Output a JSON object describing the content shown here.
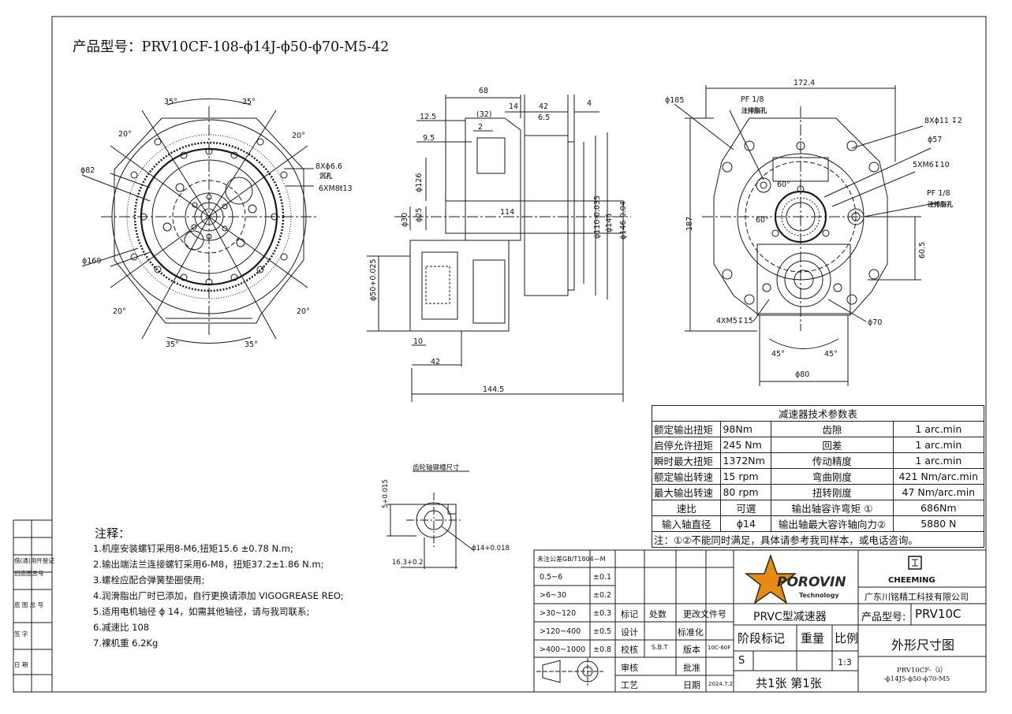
{
  "product_model": "产品型号：PRV10CF-108-ϕ14J-ϕ50-ϕ70-M5-42",
  "front_view": {
    "angles": [
      "35°",
      "35°",
      "20°",
      "20°",
      "20°",
      "20°",
      "35°",
      "35°"
    ],
    "dims": [
      "ϕ82",
      "8Xϕ6.6",
      "沉孔",
      "6XM8ŧ13",
      "ϕ169"
    ]
  },
  "side_view": {
    "dims": [
      "68",
      "14",
      "42",
      "4",
      "(32)",
      "6.5",
      "12.5",
      "2",
      "9.5",
      "ϕ126",
      "ϕ30",
      "ϕ25",
      "114",
      "ϕ110-0.035",
      "ϕ145",
      "ϕ146-0.04",
      "ϕ50+0.025",
      "10",
      "42",
      "144.5"
    ]
  },
  "rear_view": {
    "dims": [
      "172.4",
      "ϕ185",
      "PF 1/8",
      "注排脂孔",
      "8Xϕ11 ↧2",
      "ϕ57",
      "5XM6↧10",
      "60°",
      "60°",
      "PF 1/8",
      "注排脂孔",
      "187",
      "60.5",
      "4XM5↧15",
      "ϕ70",
      "45°",
      "45°",
      "ϕ80"
    ]
  },
  "keyway": {
    "title": "齿轮轴键槽尺寸",
    "dims": [
      "5+0.015",
      "16.3+0.2",
      "ϕ14+0.018"
    ]
  },
  "notes": {
    "title": "注释：",
    "items": [
      "1.机座安装螺钉采用8-M6,扭矩15.6 ±0.78 N.m;",
      "2.输出端法兰连接螺钉采用6-M8，扭矩37.2±1.86 N.m;",
      "3.螺栓应配合弹簧垫圈使用;",
      "4.润滑脂出厂时已添加，自行更换请添加 VIGOGREASE REO;",
      "5.适用电机轴径 ϕ 14，如需其他轴径，请与我司联系;",
      "6.减速比 108",
      "7.裸机重 6.2Kg"
    ]
  },
  "spec_table": {
    "title": "减速器技术参数表",
    "rows": [
      [
        "额定输出扭矩",
        "98Nm",
        "齿隙",
        "1 arc.min"
      ],
      [
        "启停允许扭矩",
        "245 Nm",
        "回差",
        "1 arc.min"
      ],
      [
        "瞬时最大扭矩",
        "1372Nm",
        "传动精度",
        "1 arc.min"
      ],
      [
        "额定输出转速",
        "15 rpm",
        "弯曲刚度",
        "421 Nm/arc.min"
      ],
      [
        "最大输出转速",
        "80 rpm",
        "扭转刚度",
        "47 Nm/arc.min"
      ],
      [
        "速比",
        "可選",
        "输出轴容许弯矩 ①",
        "686Nm"
      ],
      [
        "输入轴直径",
        "ϕ14",
        "输出轴最大容许轴向力②",
        "5880 N"
      ]
    ],
    "footnote": "注：①②不能同时满足，具体请参考我司样本，或电话咨询。"
  },
  "tolerance_table": {
    "header": "未注公差GB/T1804—M",
    "rows": [
      [
        "0.5~6",
        "±0.1"
      ],
      [
        ">6~30",
        "±0.2"
      ],
      [
        ">30~120",
        "±0.3"
      ],
      [
        ">120~400",
        "±0.5"
      ],
      [
        ">400~1000",
        "±0.8"
      ]
    ]
  },
  "title_block": {
    "logo_text": "POROVIN",
    "logo_sub": "Technology",
    "brand2": "CHEEMING",
    "company": "广东川铭精工科技有限公司",
    "product_name": "PRVC型减速器",
    "model_label": "产品型号:",
    "model_value": "PRV10C",
    "drawing_name": "外形尺寸图",
    "part_no_line1": "PRV10CF-（i）",
    "part_no_line2": "-ϕ14J5-ϕ50-ϕ70-M5",
    "labels": {
      "mark": "标记",
      "count": "处数",
      "change_doc": "更改文件号",
      "design": "设计",
      "standard": "标准化",
      "check": "校核",
      "checker": "S.B.T",
      "version": "版本",
      "version_val": "10C-60F",
      "review": "审核",
      "approve": "批准",
      "craft": "工艺",
      "date": "日期",
      "date_val": "2024.7.2",
      "stage": "阶段标记",
      "weight": "重量",
      "scale": "比例",
      "stage_val": "S",
      "scale_val": "1:3",
      "sheets": "共1张  第1张"
    }
  },
  "left_strip": [
    "借(通)用件登记",
    "旧底图总号",
    "底 图 总 号",
    "签 字",
    "日 期"
  ],
  "colors": {
    "line": "#1a1a1a",
    "logo_orange": "#e58a12",
    "logo_dark": "#2b2b2b"
  }
}
